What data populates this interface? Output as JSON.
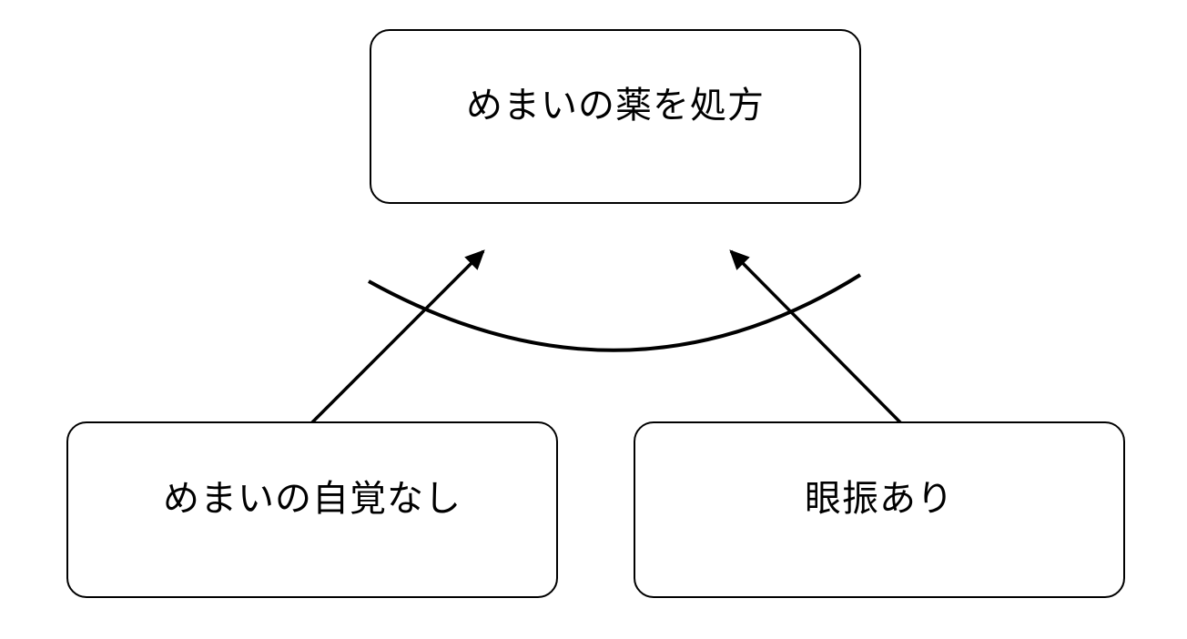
{
  "diagram": {
    "nodes": {
      "top": {
        "label": "めまいの薬を処方"
      },
      "bottom_left": {
        "label": "めまいの自覚なし"
      },
      "bottom_right": {
        "label": "眼振あり"
      }
    },
    "edges": [
      {
        "id": "arrow-left",
        "from": "bottom_left",
        "to": "top",
        "type": "arrow"
      },
      {
        "id": "arrow-right",
        "from": "bottom_right",
        "to": "top",
        "type": "arrow"
      },
      {
        "id": "connector-arc",
        "type": "arc",
        "connects": [
          "arrow-left",
          "arrow-right"
        ]
      }
    ],
    "colors": {
      "line": "#000000",
      "node_border": "#000000",
      "node_fill": "#ffffff",
      "background": "#ffffff"
    }
  }
}
